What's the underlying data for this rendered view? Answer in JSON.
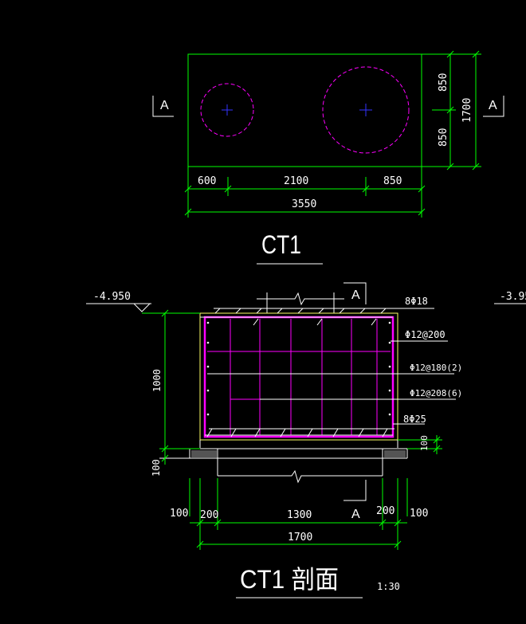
{
  "plan": {
    "section_mark": "A",
    "dim_bottom": [
      "600",
      "2100",
      "850"
    ],
    "dim_total": "3550",
    "dim_right": [
      "850",
      "850"
    ],
    "dim_right_total": "1700",
    "title": "CT1"
  },
  "section": {
    "elev_left": "-4.950",
    "elev_right": "-3.95",
    "section_mark": "A",
    "rebar_labels": [
      "8Φ18",
      "Φ12@200",
      "Φ12@180(2)",
      "Φ12@208(6)",
      "8Φ25"
    ],
    "height_dim": "1000",
    "bed_dim_left": "100",
    "bed_dim_right": "100",
    "dim_bottom": [
      "100",
      "200",
      "1300",
      "200",
      "100"
    ],
    "dim_total": "1700",
    "title": "CT1  剖面",
    "scale": "1:30"
  },
  "colors": {
    "outline": "#00ff00",
    "rebar": "#ff00ff",
    "pile": "#ff00ff",
    "center": "#0000ff",
    "text": "#ffffff",
    "concrete": "#ffff66"
  }
}
